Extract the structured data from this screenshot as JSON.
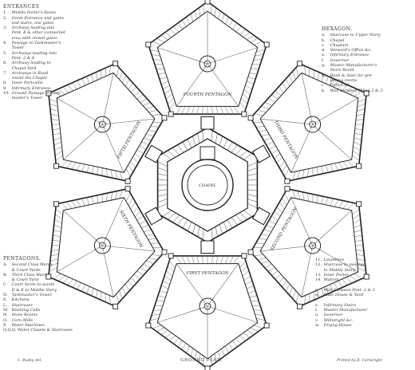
{
  "titles": {
    "entrances": "ENTRANCES",
    "hexagon": "HEXAGON.",
    "pentagons": "PENTAGONS.",
    "plan": "GROUND PLAN."
  },
  "entrances": [
    {
      "key": "1.",
      "text": "Middle Porter's Room"
    },
    {
      "key": "2.",
      "text": "Great Entrance and gates"
    },
    {
      "key": "",
      "text": "and stairs, one gates"
    },
    {
      "key": "3.",
      "text": "Archway leading into"
    },
    {
      "key": "",
      "text": "Pent. E & other connected"
    },
    {
      "key": "",
      "text": "area with closed gates"
    },
    {
      "key": "4.",
      "text": "Passage to Taskmaster's"
    },
    {
      "key": "",
      "text": "Tower"
    },
    {
      "key": "5.",
      "text": "Archways leading into"
    },
    {
      "key": "",
      "text": "Pent. 2 & 4"
    },
    {
      "key": "6.",
      "text": "Archway leading to"
    },
    {
      "key": "",
      "text": "Chapel Yard"
    },
    {
      "key": "7.",
      "text": "Archways in Road"
    },
    {
      "key": "",
      "text": "round the Chapel"
    },
    {
      "key": "8.",
      "text": "Inner Portcullis"
    },
    {
      "key": "9.",
      "text": "Infirmary Entrance"
    },
    {
      "key": "10.",
      "text": "Ground Passage to Task-"
    },
    {
      "key": "",
      "text": "master's Tower"
    }
  ],
  "hexagon": [
    {
      "key": "a.",
      "text": "Staircase to Upper Story"
    },
    {
      "key": "b.",
      "text": "Chapel"
    },
    {
      "key": "c.",
      "text": "Chaplain"
    },
    {
      "key": "d.",
      "text": "Steward's Office &c."
    },
    {
      "key": "e.",
      "text": "Infirmary Entrance"
    },
    {
      "key": "f.",
      "text": "Governor"
    },
    {
      "key": "g.",
      "text": "Master Manufacturer's"
    },
    {
      "key": "",
      "text": "Store Room"
    },
    {
      "key": "h.",
      "text": "Bank & Stair for pre-"
    },
    {
      "key": "",
      "text": "paring rooms"
    },
    {
      "key": "i.",
      "text": "Dark Cell"
    },
    {
      "key": "k.",
      "text": "Wall between Piling 2 & 3"
    }
  ],
  "pentagons": [
    {
      "key": "A.",
      "text": "Second Class Wards"
    },
    {
      "key": "",
      "text": "& Court Yards"
    },
    {
      "key": "B.",
      "text": "Third Class Ward"
    },
    {
      "key": "",
      "text": "& Court Yard"
    },
    {
      "key": "C.",
      "text": "Court Yards to wards"
    },
    {
      "key": "",
      "text": "D & E to Middle Story"
    },
    {
      "key": "D.",
      "text": "Taskmaster's Tower"
    },
    {
      "key": "E.",
      "text": "Kitchens"
    },
    {
      "key": "L.",
      "text": "Staircases"
    },
    {
      "key": "M.",
      "text": "Washing Cells"
    },
    {
      "key": "N.",
      "text": "Store Rooms"
    },
    {
      "key": "O.",
      "text": "Corn Mills"
    },
    {
      "key": "P.",
      "text": "Water Machines"
    },
    {
      "key": "Q.Q.Q.",
      "text": "Water Closets & Staircases"
    }
  ],
  "misc": [
    {
      "key": "11.",
      "text": "Laundries"
    },
    {
      "key": "12.",
      "text": "Staircase to passage"
    },
    {
      "key": "",
      "text": "to Middle Story"
    },
    {
      "key": "13.",
      "text": "Inner Porter"
    },
    {
      "key": "14.",
      "text": "Matron"
    },
    {
      "key": "",
      "text": ""
    },
    {
      "key": "p.",
      "text": "Wall between Pent. 2 & 3"
    },
    {
      "key": "q.",
      "text": "Bake House & Yard"
    },
    {
      "key": "r.",
      "text": ""
    },
    {
      "key": "s.",
      "text": "Infirmary Stairs"
    },
    {
      "key": "t.",
      "text": "Master Manufacturer"
    },
    {
      "key": "u.",
      "text": "Governor"
    },
    {
      "key": "v.",
      "text": "Millwright &c."
    },
    {
      "key": "w.",
      "text": "Drying House"
    }
  ],
  "credits": {
    "left": "C. Busby, del.",
    "right": "Printed by R. Cartwright"
  },
  "plan_labels": {
    "chapel": "CHAPEL",
    "pentagons": [
      "FIRST",
      "SECOND",
      "THIRD",
      "FOURTH",
      "FIFTH",
      "SIXTH"
    ],
    "pentagon_word": "PENTAGON"
  }
}
